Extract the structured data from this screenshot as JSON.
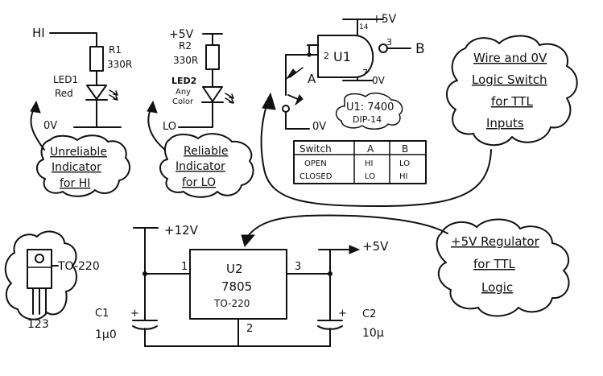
{
  "led_hi": {
    "input_label": "HI",
    "resistor_ref": "R1",
    "resistor_value": "330R",
    "led_ref": "LED1",
    "led_color": "Red",
    "ground_label": "0V",
    "note_line1": "Unreliable",
    "note_line2": "Indicator",
    "note_line3": "for HI"
  },
  "led_lo": {
    "supply_label": "+5V",
    "resistor_ref": "R2",
    "resistor_value": "330R",
    "led_ref": "LED2",
    "led_color_line1": "Any",
    "led_color_line2": "Color",
    "input_label": "LO",
    "note_line1": "Reliable",
    "note_line2": "Indicator",
    "note_line3": "for LO"
  },
  "gate": {
    "ref": "U1",
    "pin_in": "2",
    "pin_out": "3",
    "pin_vcc": "14",
    "pin_gnd": "7",
    "vcc_label": "+5V",
    "gnd_label": "0V",
    "output_label": "B",
    "node_a_label": "A",
    "switch_gnd_label": "0V",
    "part_line1": "U1: 7400",
    "part_line2": "DIP-14"
  },
  "truth_table": {
    "headers": [
      "Switch",
      "A",
      "B"
    ],
    "rows": [
      [
        "OPEN",
        "HI",
        "LO"
      ],
      [
        "CLOSED",
        "LO",
        "HI"
      ]
    ]
  },
  "note_switch": {
    "line1": "Wire and 0V",
    "line2": "Logic Switch",
    "line3": "for TTL",
    "line4": "Inputs"
  },
  "regulator": {
    "ref": "U2",
    "part": "7805",
    "package": "TO-220",
    "pin_in": "1",
    "pin_out": "3",
    "pin_gnd": "2",
    "input_label": "+12V",
    "output_label": "+5V",
    "c1_ref": "C1",
    "c1_value": "1µ0",
    "c2_ref": "C2",
    "c2_value": "10µ",
    "cap_polarity": "+"
  },
  "package_sketch": {
    "label": "TO-220",
    "pins": "123"
  },
  "note_reg": {
    "line1": "+5V Regulator",
    "line2": "for TTL",
    "line3": "Logic"
  }
}
